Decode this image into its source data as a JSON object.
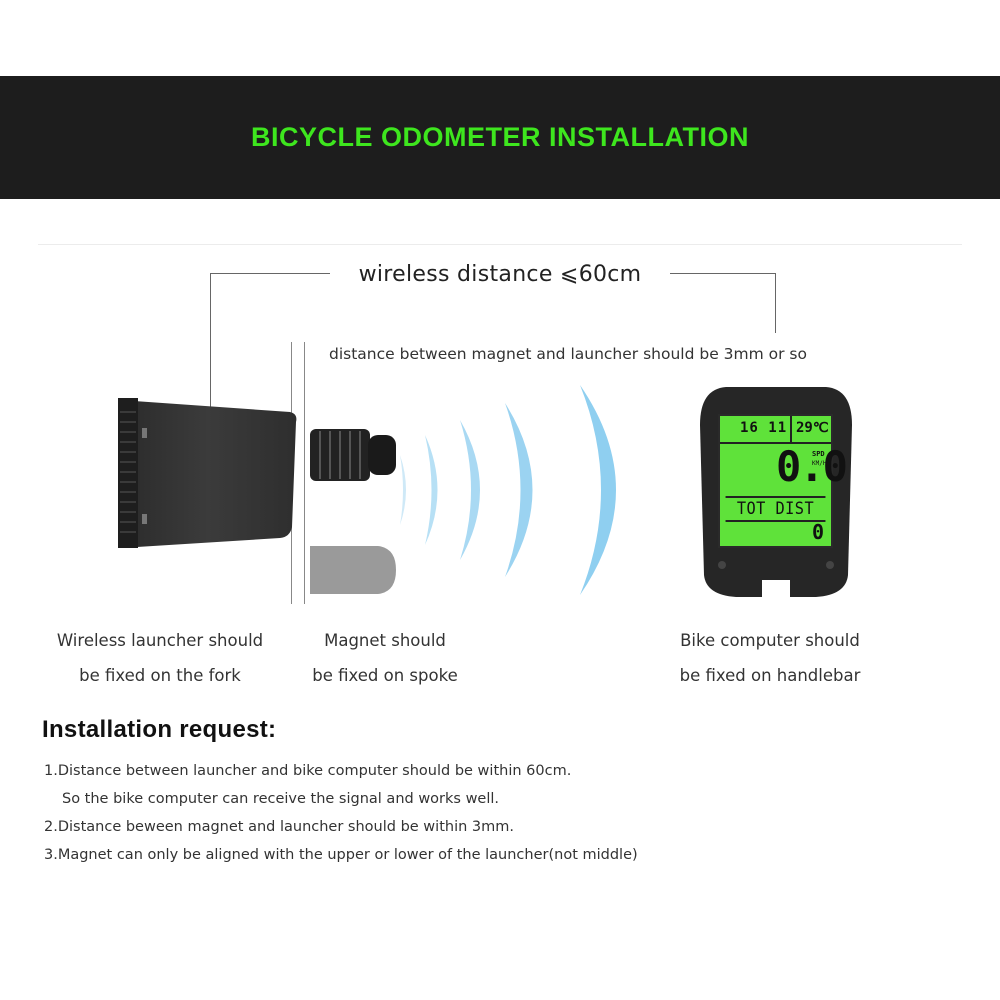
{
  "banner": {
    "title": "BICYCLE ODOMETER INSTALLATION"
  },
  "diagram": {
    "wireless_distance": "wireless distance ⩽60cm",
    "magnet_distance_note": "distance between magnet and launcher should be 3mm or so"
  },
  "captions": {
    "launcher": [
      "Wireless launcher should",
      "be fixed on the fork"
    ],
    "magnet": [
      "Magnet should",
      "be fixed on spoke"
    ],
    "computer": [
      "Bike computer should",
      "be fixed on handlebar"
    ]
  },
  "lcd": {
    "time": "16 11",
    "temp": "29℃",
    "speed": "0.0",
    "speed_unit_top": "SPD",
    "speed_unit_bottom": "KM/H",
    "mode": "TOT DIST",
    "distance": "0"
  },
  "installation": {
    "heading": "Installation request:",
    "items": [
      "1.Distance between launcher and bike computer should be within 60cm.",
      "So the bike computer can receive the signal and works well.",
      "2.Distance beween magnet and launcher should be within 3mm.",
      "3.Magnet can only be aligned with the upper or lower of the launcher(not middle)"
    ]
  },
  "colors": {
    "banner_bg": "#1d1d1d",
    "title_green": "#3ee61e",
    "lcd_green": "#5fe23a",
    "wave_blue": "#8fcff0"
  }
}
